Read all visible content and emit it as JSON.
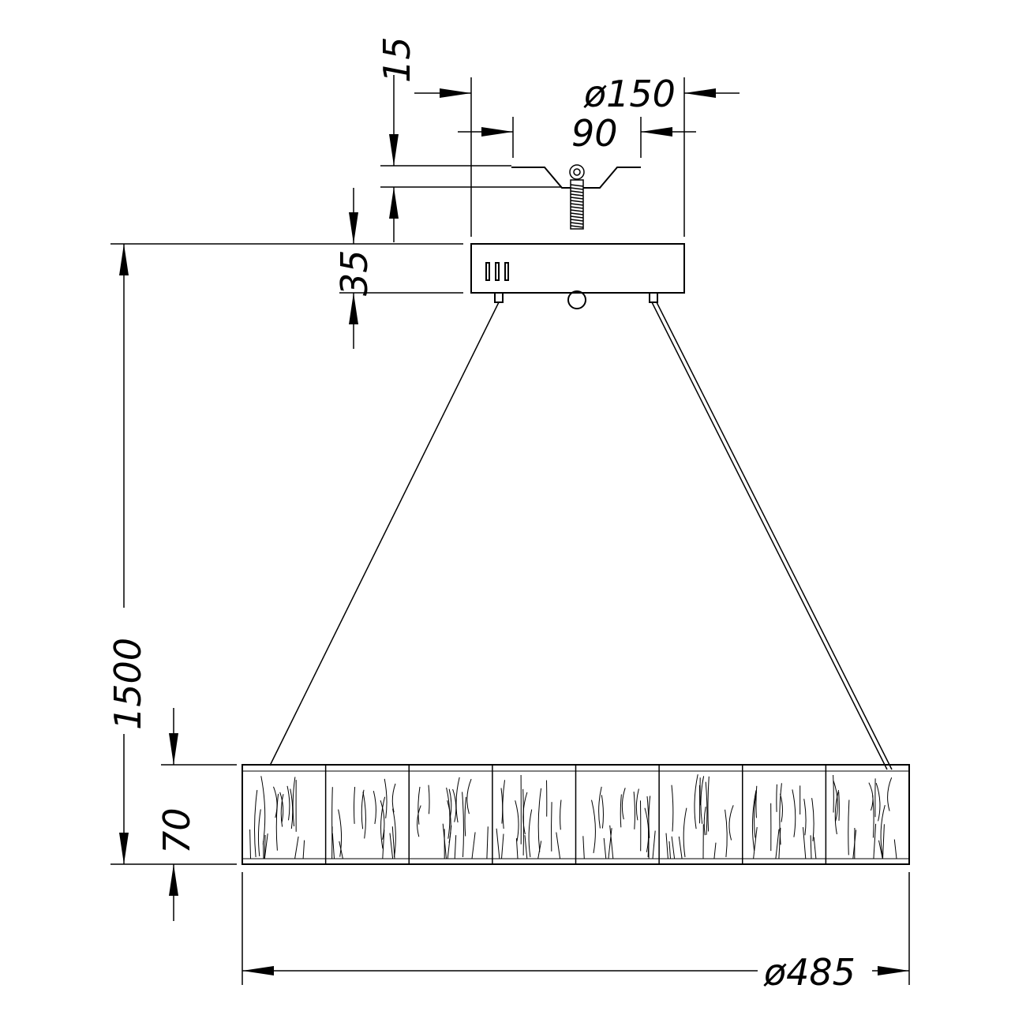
{
  "dimensions": {
    "bracket_thickness": "15",
    "canopy_diameter": "ø150",
    "bracket_width": "90",
    "canopy_height": "35",
    "suspension_length": "1500",
    "ring_height": "70",
    "ring_diameter": "ø485"
  },
  "colors": {
    "line": "#000000",
    "background": "#ffffff"
  },
  "icons": {
    "mounting_bracket": "bracket-icon",
    "mounting_screw": "screw-icon",
    "canopy_vents": "vent-slots-icon",
    "cable_gland": "cable-gland-icon"
  }
}
